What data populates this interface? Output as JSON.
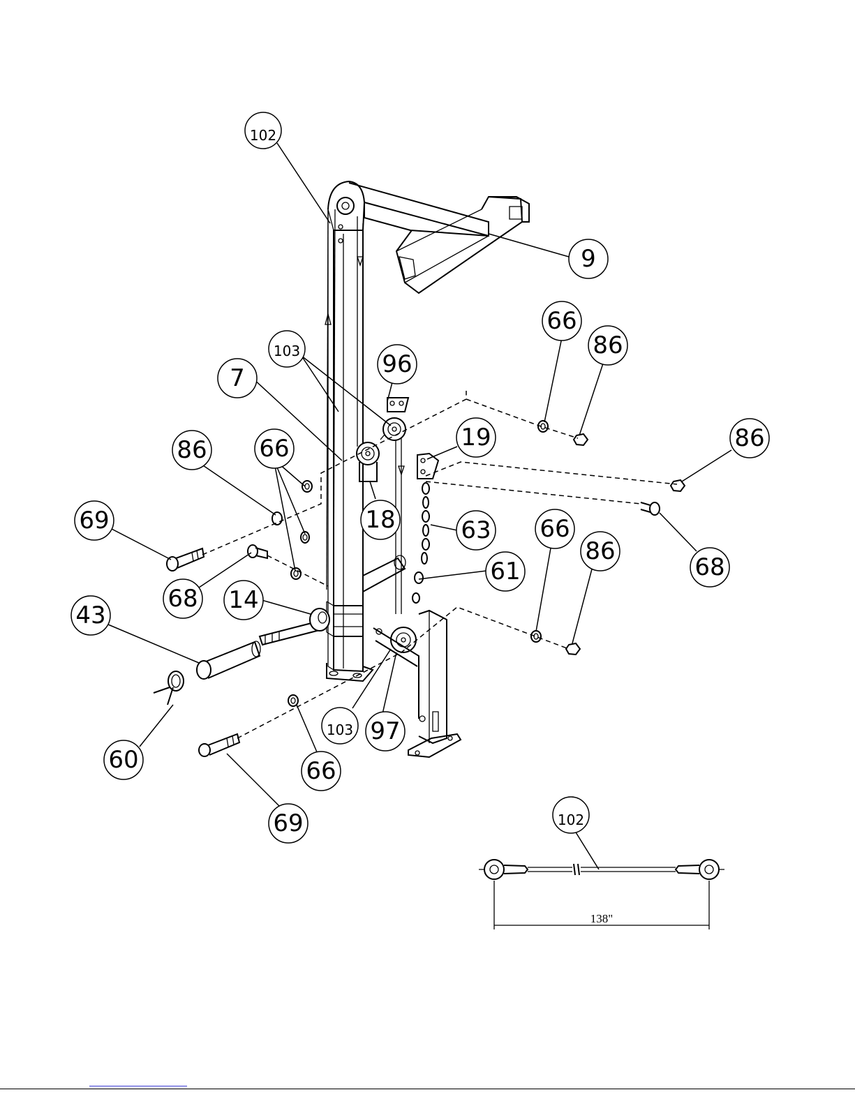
{
  "callouts": {
    "c102_top": "102",
    "c9": "9",
    "c66_r1": "66",
    "c86_r1": "86",
    "c103_top": "103",
    "c96": "96",
    "c7": "7",
    "c86_l": "86",
    "c66_l": "66",
    "c19": "19",
    "c86_r2": "86",
    "c69_top": "69",
    "c18": "18",
    "c63": "63",
    "c66_r2": "66",
    "c86_r3": "86",
    "c68_r": "68",
    "c61": "61",
    "c68_l": "68",
    "c14": "14",
    "c43": "43",
    "c60": "60",
    "c103_bot": "103",
    "c97": "97",
    "c66_bot": "66",
    "c69_bot": "69",
    "c102_detail": "102"
  },
  "cable_detail": {
    "length_label": "138\""
  }
}
